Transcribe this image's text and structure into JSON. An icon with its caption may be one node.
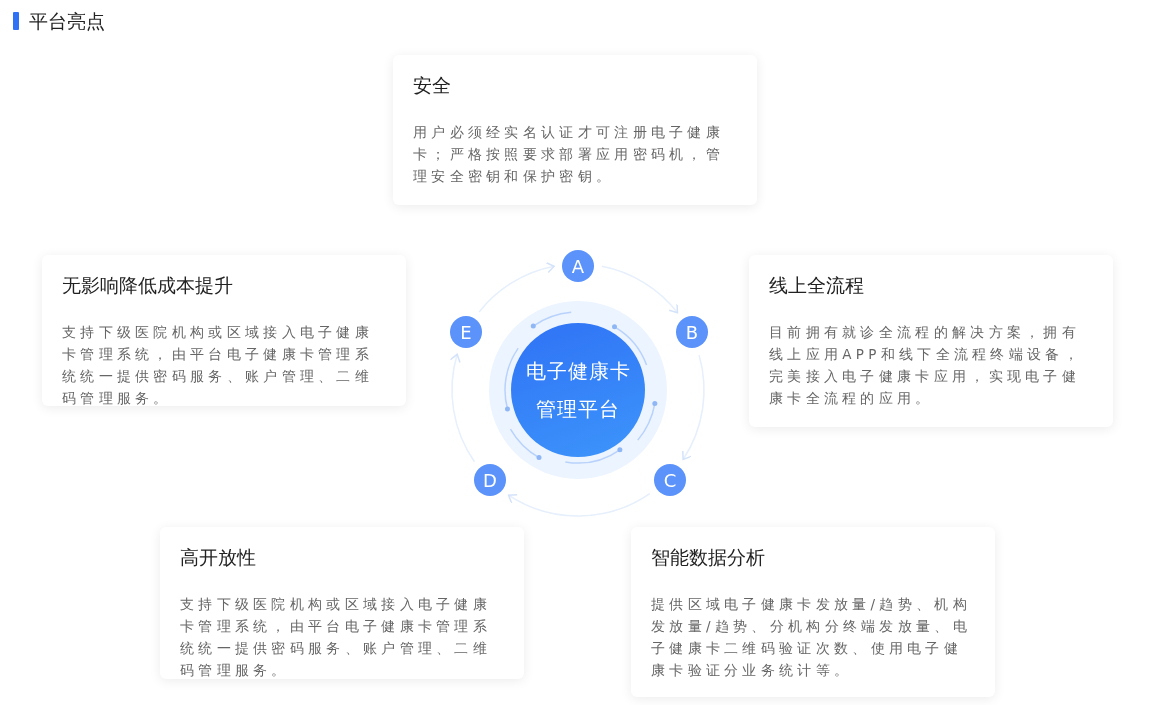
{
  "diagram": {
    "title": "平台亮点",
    "nodes": [
      {
        "text": [
          "安全",
          "用户必须经实名认证才可注册电子健康卡；严格按照要求部署应用密码机，管理安全密钥和保护密钥。"
        ]
      },
      {
        "text": [
          "A"
        ]
      },
      {
        "text": [
          "无影响降低成本提升",
          "支持下级医院机构或区域接入电子健康卡管理系统，由平台电子健康卡管理系统统一提供密码服务、账户管理、二维码管理服务。"
        ]
      },
      {
        "text": [
          "线上全流程",
          "目前拥有就诊全流程的解决方案，拥有线上应用APP和线下全流程终端设备，完美接入电子健康卡应用，实现电子健康卡全流程的应用。"
        ]
      },
      {
        "text": [
          "E"
        ]
      },
      {
        "text": [
          "B"
        ]
      },
      {
        "text": [
          "电子健康卡管理平台"
        ]
      },
      {
        "text": [
          "D"
        ]
      },
      {
        "text": [
          "C"
        ]
      },
      {
        "text": [
          "高开放性",
          "支持下级医院机构或区域接入电子健康卡管理系统，由平台电子健康卡管理系统统一提供密码服务、账户管理、二维码管理服务。"
        ]
      },
      {
        "text": [
          "智能数据分析",
          "提供区域电子健康卡发放量/趋势、机构发放量/趋势、分机构分终端发放量、电子健康卡二维码验证次数、使用电子健康卡验证分业务统计等。"
        ]
      }
    ],
    "edges": [
      {
        "from": 1,
        "to": 5,
        "arrow": "to"
      },
      {
        "from": 5,
        "to": 8,
        "arrow": "to"
      },
      {
        "from": 8,
        "to": 7,
        "arrow": "to"
      },
      {
        "from": 7,
        "to": 4,
        "arrow": "to"
      },
      {
        "from": 4,
        "to": 1,
        "arrow": "to"
      }
    ]
  }
}
